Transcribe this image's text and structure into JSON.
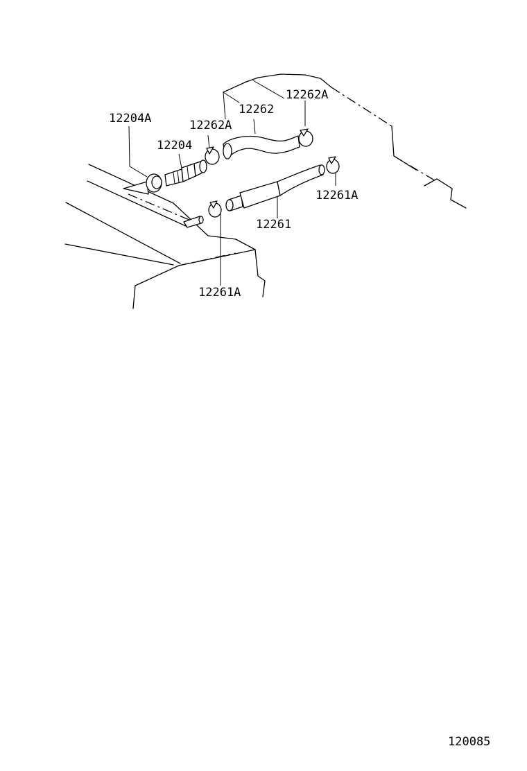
{
  "labels": {
    "part_12204A": "12204A",
    "part_12204": "12204",
    "part_12262A_left": "12262A",
    "part_12262": "12262",
    "part_12262A_right": "12262A",
    "part_12261A_right": "12261A",
    "part_12261": "12261",
    "part_12261A_bottom": "12261A"
  },
  "figure_number": "120085"
}
